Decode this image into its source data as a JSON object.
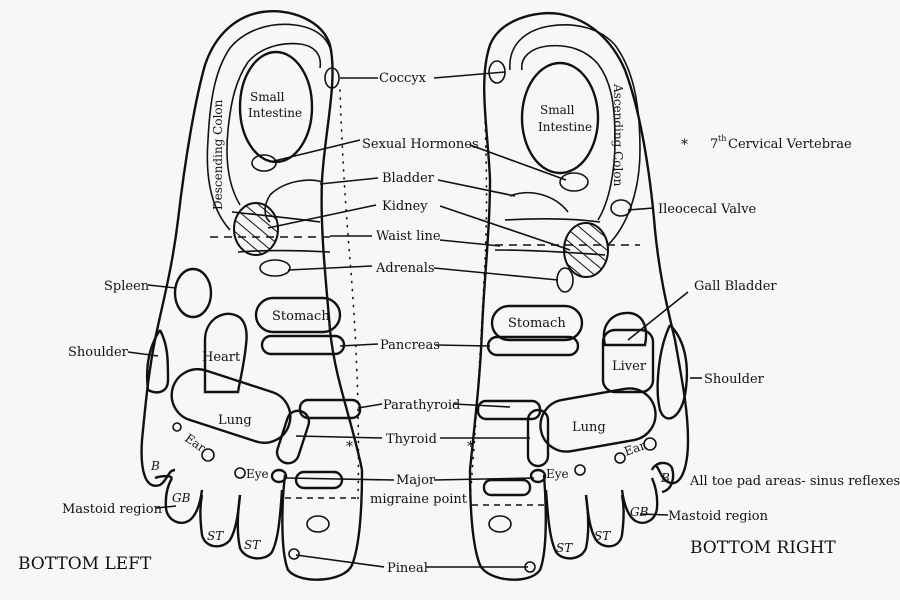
{
  "corner_labels": {
    "bottom_left": "BOTTOM LEFT",
    "bottom_right": "BOTTOM RIGHT"
  },
  "center_labels": {
    "coccyx": "Coccyx",
    "sexual_hormones": "Sexual Hormones",
    "bladder": "Bladder",
    "kidney": "Kidney",
    "waist_line": "Waist line",
    "adrenals": "Adrenals",
    "pancreas": "Pancreas",
    "parathyroid": "Parathyroid",
    "thyroid": "Thyroid",
    "major": "Major",
    "migraine_point": "migraine point",
    "pineal": "Pineal"
  },
  "left_foot": {
    "small_intestine_1": "Small",
    "small_intestine_2": "Intestine",
    "descending_colon": "Descending Colon",
    "spleen": "Spleen",
    "stomach": "Stomach",
    "shoulder": "Shoulder",
    "heart": "Heart",
    "lung": "Lung",
    "ear": "Ear",
    "eye": "Eye",
    "mastoid_region": "Mastoid region",
    "toe_b": "B",
    "toe_gb": "GB",
    "toe_st_1": "ST",
    "toe_st_2": "ST"
  },
  "right_foot": {
    "small_intestine_1": "Small",
    "small_intestine_2": "Intestine",
    "ascending_colon": "Ascending Colon",
    "seventh_cervical_sup": "th",
    "seventh_cervical_num": "7",
    "seventh_cervical_text": "Cervical Vertebrae",
    "star": "*",
    "ileocecal_valve": "Ileocecal Valve",
    "gall_bladder": "Gall Bladder",
    "stomach": "Stomach",
    "liver": "Liver",
    "shoulder": "Shoulder",
    "lung": "Lung",
    "ear": "Ear",
    "eye": "Eye",
    "sinus": "All toe pad areas- sinus reflexes",
    "mastoid_region": "Mastoid region",
    "toe_b": "B",
    "toe_gb": "GB",
    "toe_st_1": "ST",
    "toe_st_2": "ST"
  }
}
